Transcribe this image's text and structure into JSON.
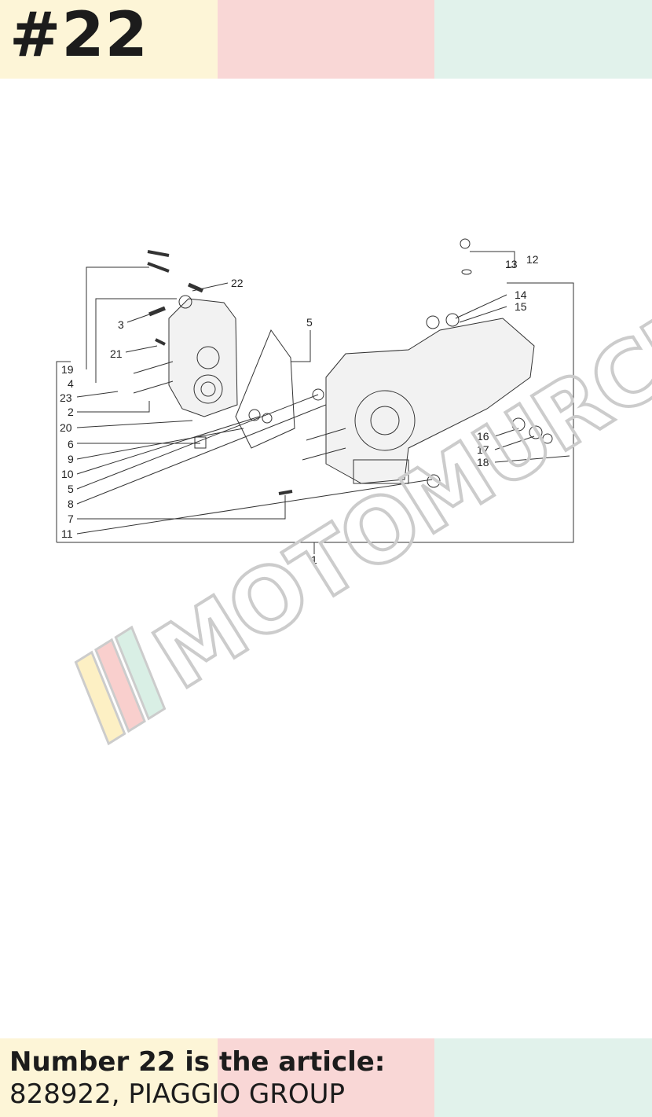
{
  "header": {
    "badge": "#22"
  },
  "diagram": {
    "callouts": {
      "c22": "22",
      "c3": "3",
      "c21": "21",
      "c19": "19",
      "c4": "4",
      "c23": "23",
      "c2": "2",
      "c20": "20",
      "c6": "6",
      "c9": "9",
      "c10": "10",
      "c5a": "5",
      "c5b": "5",
      "c8": "8",
      "c7": "7",
      "c11": "11",
      "c1": "1",
      "c12": "12",
      "c13": "13",
      "c14": "14",
      "c15": "15",
      "c16": "16",
      "c17": "17",
      "c18": "18"
    }
  },
  "watermark": {
    "text": "MOTOMURCIA"
  },
  "footer": {
    "line1": "Number 22 is the article:",
    "line2": "828922, PIAGGIO GROUP"
  },
  "colors": {
    "yellow": "#fdf5d7",
    "pink": "#f9d7d6",
    "mint": "#e1f2eb",
    "ink": "#1c1c1c"
  }
}
